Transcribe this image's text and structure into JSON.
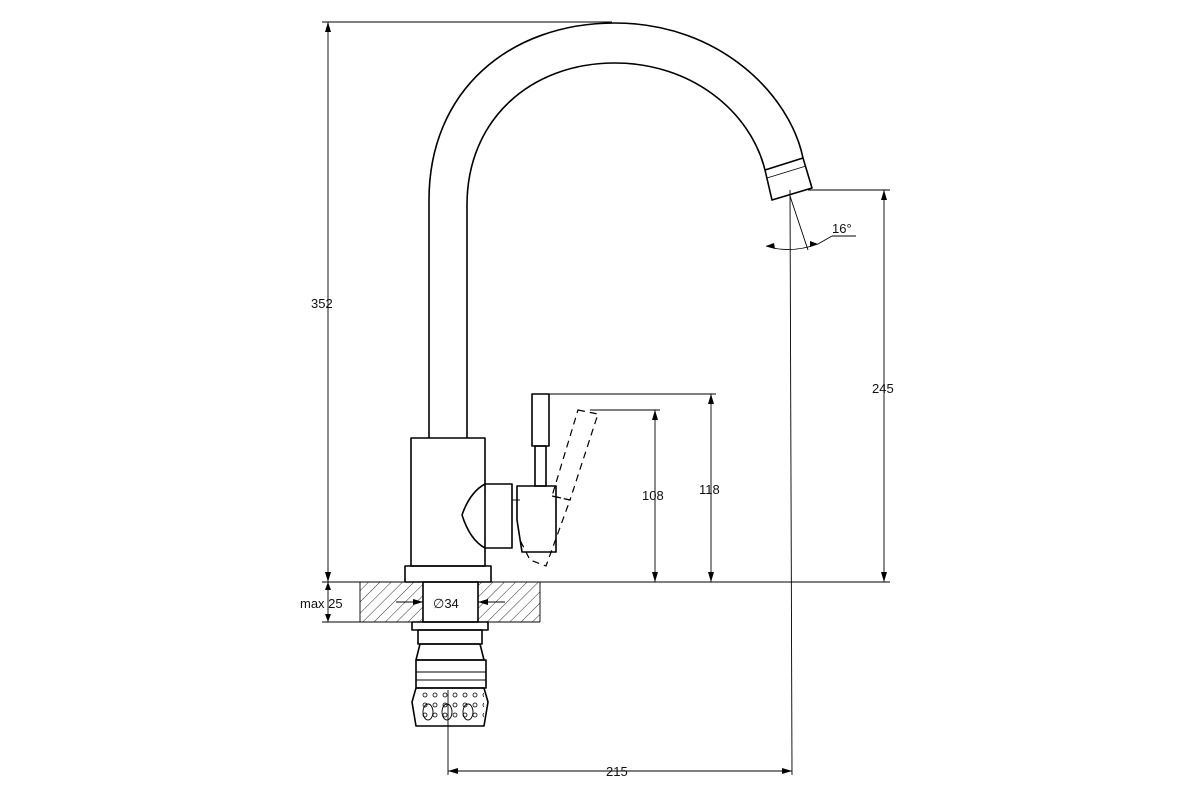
{
  "dimensions": {
    "total_height": "352",
    "spout_height": "245",
    "lever_height_low": "108",
    "lever_height_high": "118",
    "spout_reach": "215",
    "max_counter_thickness": "max 25",
    "hole_diameter": "∅34",
    "spout_angle": "16°"
  }
}
